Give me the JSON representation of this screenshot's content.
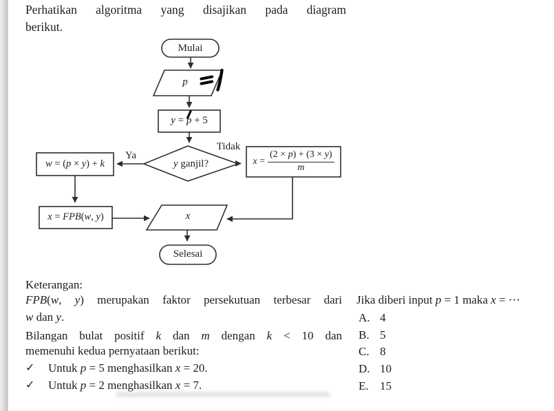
{
  "intro": {
    "line1": "Perhatikan algoritma yang disajikan pada diagram",
    "line2": "berikut."
  },
  "flowchart": {
    "start_label": "Mulai",
    "input": [
      {
        "t": "p",
        "m": true
      }
    ],
    "handwritten_note": "= 1",
    "process1": [
      {
        "t": "y",
        "m": true
      },
      {
        "t": " = ",
        "m": false
      },
      {
        "t": "p",
        "m": true
      },
      {
        "t": " + 5",
        "m": false
      }
    ],
    "decision": [
      {
        "t": "y",
        "m": true
      },
      {
        "t": " ganjil?",
        "m": false
      }
    ],
    "label_yes": "Ya",
    "label_no": "Tidak",
    "yes_branch": [
      {
        "t": "w",
        "m": true
      },
      {
        "t": " = (",
        "m": false
      },
      {
        "t": "p",
        "m": true
      },
      {
        "t": " × ",
        "m": false
      },
      {
        "t": "y",
        "m": true
      },
      {
        "t": ") + ",
        "m": false
      },
      {
        "t": "k",
        "m": true
      }
    ],
    "no_branch_lhs": [
      {
        "t": "x",
        "m": true
      },
      {
        "t": " =",
        "m": false
      }
    ],
    "no_branch_numerator": [
      {
        "t": "(2 × ",
        "m": false
      },
      {
        "t": "p",
        "m": true
      },
      {
        "t": ") + (3 × ",
        "m": false
      },
      {
        "t": "y",
        "m": true
      },
      {
        "t": ")",
        "m": false
      }
    ],
    "no_branch_denominator": [
      {
        "t": "m",
        "m": true
      }
    ],
    "process2": [
      {
        "t": "x",
        "m": true
      },
      {
        "t": " = ",
        "m": false
      },
      {
        "t": "FPB",
        "m": true
      },
      {
        "t": "(",
        "m": false
      },
      {
        "t": "w",
        "m": true
      },
      {
        "t": ", ",
        "m": false
      },
      {
        "t": "y",
        "m": true
      },
      {
        "t": ")",
        "m": false
      }
    ],
    "output": [
      {
        "t": "x",
        "m": true
      }
    ],
    "end_label": "Selesai"
  },
  "notes": {
    "heading": "Keterangan:",
    "line1": [
      {
        "t": "FPB",
        "m": true
      },
      {
        "t": "(",
        "m": false
      },
      {
        "t": "w",
        "m": true
      },
      {
        "t": ", ",
        "m": false
      },
      {
        "t": "y",
        "m": true
      },
      {
        "t": ") merupakan faktor persekutuan terbesar dari",
        "m": false
      }
    ],
    "line2": [
      {
        "t": "w",
        "m": true
      },
      {
        "t": " dan ",
        "m": false
      },
      {
        "t": "y",
        "m": true
      },
      {
        "t": ".",
        "m": false
      }
    ],
    "line3": [
      {
        "t": "Bilangan bulat positif ",
        "m": false
      },
      {
        "t": "k",
        "m": true
      },
      {
        "t": " dan ",
        "m": false
      },
      {
        "t": "m",
        "m": true
      },
      {
        "t": " dengan ",
        "m": false
      },
      {
        "t": "k",
        "m": true
      },
      {
        "t": " < 10 dan",
        "m": false
      }
    ],
    "line4": "memenuhi kedua pernyataan berikut:",
    "bullets": [
      {
        "check": "✓",
        "segs": [
          {
            "t": "Untuk ",
            "m": false
          },
          {
            "t": "p",
            "m": true
          },
          {
            "t": " = 5 menghasilkan ",
            "m": false
          },
          {
            "t": "x",
            "m": true
          },
          {
            "t": " = 20.",
            "m": false
          }
        ]
      },
      {
        "check": "✓",
        "segs": [
          {
            "t": "Untuk ",
            "m": false
          },
          {
            "t": "p",
            "m": true
          },
          {
            "t": " = 2 menghasilkan ",
            "m": false
          },
          {
            "t": "x",
            "m": true
          },
          {
            "t": " = 7.",
            "m": false
          }
        ]
      }
    ]
  },
  "question": {
    "text": [
      {
        "t": "Jika diberi input ",
        "m": false
      },
      {
        "t": "p",
        "m": true
      },
      {
        "t": " = 1 maka ",
        "m": false
      },
      {
        "t": "x",
        "m": true
      },
      {
        "t": " = ⋯",
        "m": false
      }
    ]
  },
  "options": [
    {
      "letter": "A.",
      "value": "4"
    },
    {
      "letter": "B.",
      "value": "5"
    },
    {
      "letter": "C.",
      "value": "8"
    },
    {
      "letter": "D.",
      "value": "10"
    },
    {
      "letter": "E.",
      "value": "15"
    }
  ]
}
